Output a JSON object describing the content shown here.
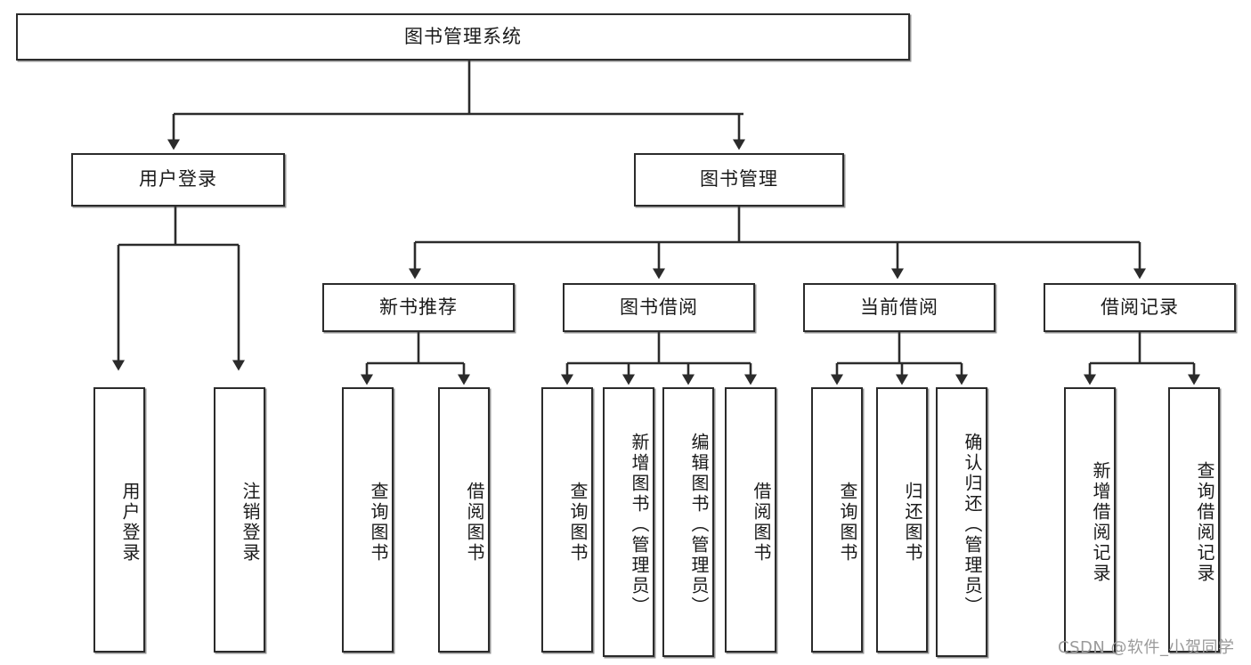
{
  "diagram": {
    "title": "图书管理系统",
    "watermark": "CSDN @软件_小贺同学",
    "stroke_color": "#2b2b2b",
    "background_color": "#ffffff",
    "text_color": "#1a1a1a",
    "root": {
      "label": "图书管理系统"
    },
    "level2": [
      {
        "label": "用户登录"
      },
      {
        "label": "图书管理"
      }
    ],
    "level3": [
      {
        "label": "新书推荐"
      },
      {
        "label": "图书借阅"
      },
      {
        "label": "当前借阅"
      },
      {
        "label": "借阅记录"
      }
    ],
    "leaves": {
      "user_login": [
        {
          "label": "用户登录"
        },
        {
          "label": "注销登录"
        }
      ],
      "new_book": [
        {
          "label": "查询图书"
        },
        {
          "label": "借阅图书"
        }
      ],
      "book_borrow": [
        {
          "label": "查询图书"
        },
        {
          "label": "新增图书（管理员）"
        },
        {
          "label": "编辑图书（管理员）"
        },
        {
          "label": "借阅图书"
        }
      ],
      "current_borrow": [
        {
          "label": "查询图书"
        },
        {
          "label": "归还图书"
        },
        {
          "label": "确认归还（管理员）"
        }
      ],
      "borrow_record": [
        {
          "label": "新增借阅记录"
        },
        {
          "label": "查询借阅记录"
        }
      ]
    }
  }
}
